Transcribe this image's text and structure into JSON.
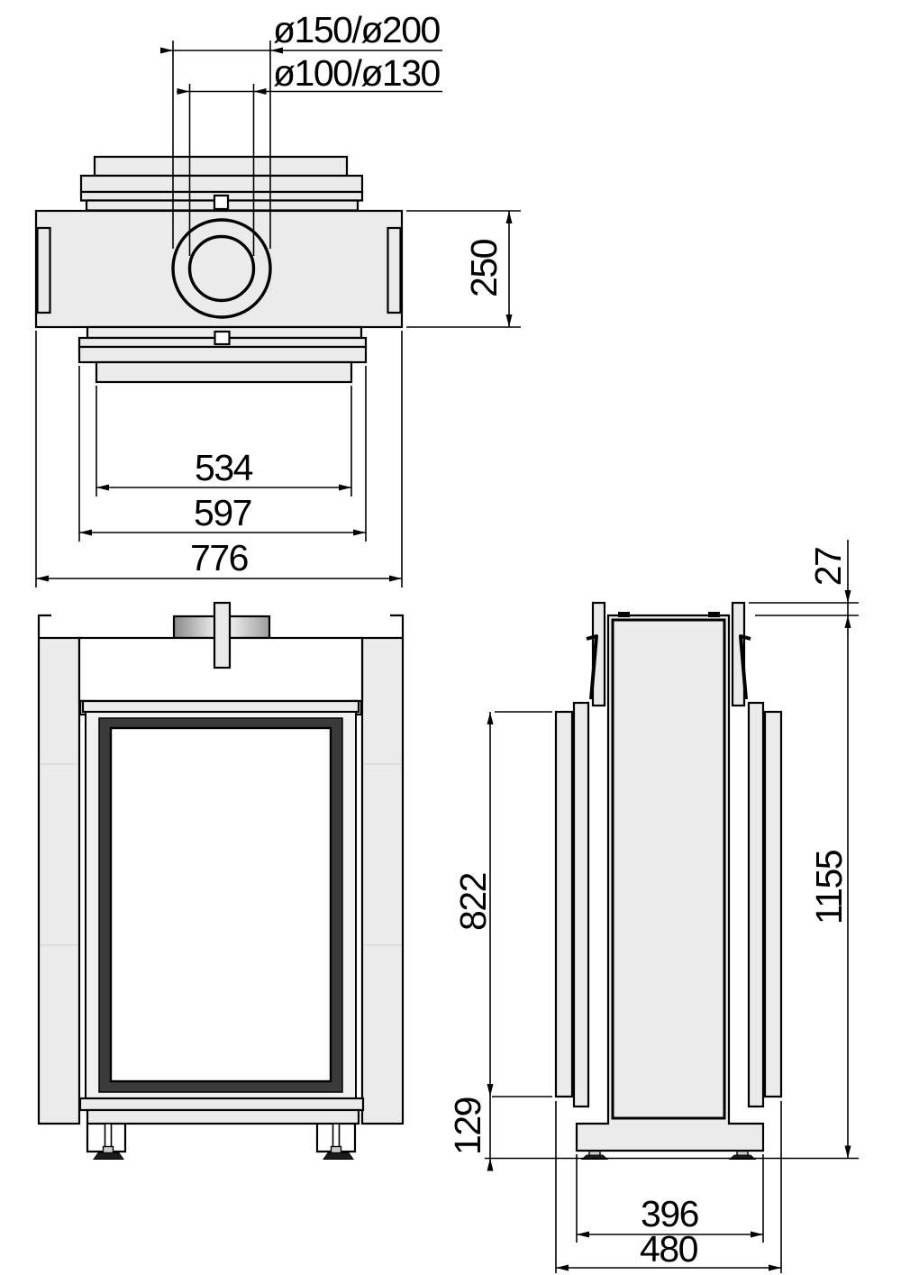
{
  "drawing": {
    "type": "fireplace-insert-dimensional-drawing",
    "views": [
      "top-view",
      "front-view",
      "side-view"
    ]
  },
  "dimensions": {
    "flue_diameters": "ø150/ø200",
    "air_intake_diameters": "ø100/ø130",
    "top_depth": "250",
    "inner_width": "534",
    "door_width": "597",
    "total_width": "776",
    "strip_offset": "27",
    "side_panel_height": "822",
    "base_height": "129",
    "total_height": "1155",
    "base_depth": "396",
    "total_depth": "480"
  },
  "colors": {
    "panel": "#ebebeb",
    "dark_frame": "#3a3a3a",
    "glass": "#ffffff",
    "line": "#000000",
    "collar_edge": "#8a8a8a",
    "collar_center": "#e8e8e8"
  }
}
